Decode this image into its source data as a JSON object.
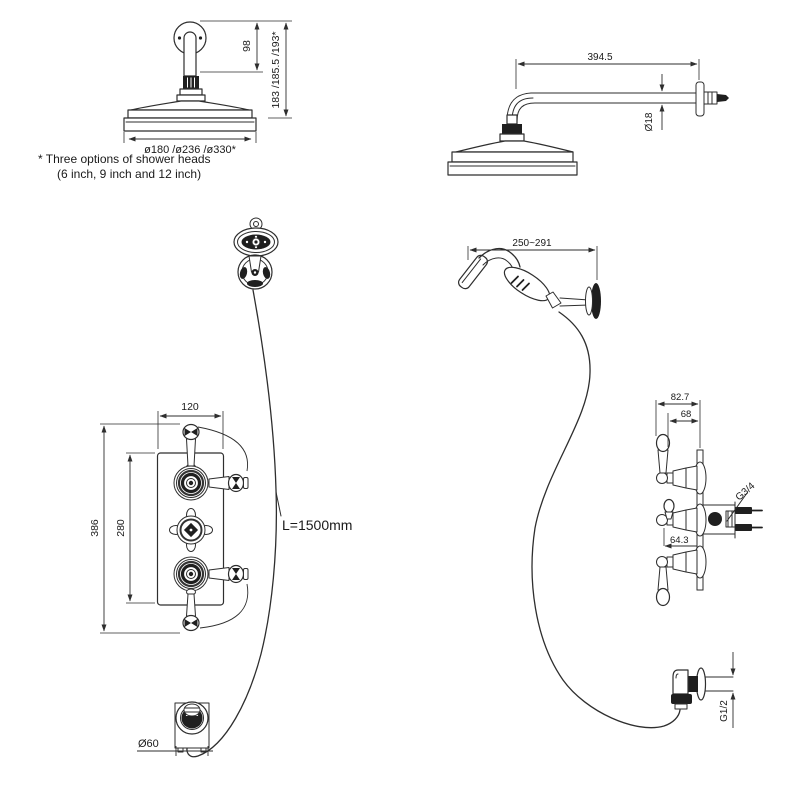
{
  "note": {
    "line1": "* Three options of shower heads",
    "line2": "(6 inch, 9 inch and 12 inch)"
  },
  "ceiling_shower": {
    "arm_height": "98",
    "overall_height": "183 /185.5 /193*",
    "head_diameters": "ø180 /ø236 /ø330*"
  },
  "wall_shower": {
    "arm_length": "394.5",
    "arm_diameter": "Ø18"
  },
  "handset": {
    "bracket_reach": "250~291",
    "hose_length": "L=1500mm"
  },
  "valve_front": {
    "plate_width": "120",
    "plate_height": "280",
    "overall_height": "386"
  },
  "valve_side": {
    "overall_depth": "82.7",
    "body_depth": "68",
    "inlet_thread": "G3/4",
    "handle_offset": "64.3"
  },
  "outlet_elbow": {
    "front_diameter": "Ø60",
    "outlet_thread": "G1/2"
  },
  "colors": {
    "background": "#ffffff",
    "line": "#2e2e2e",
    "dark_fill": "#1f1f1f"
  }
}
